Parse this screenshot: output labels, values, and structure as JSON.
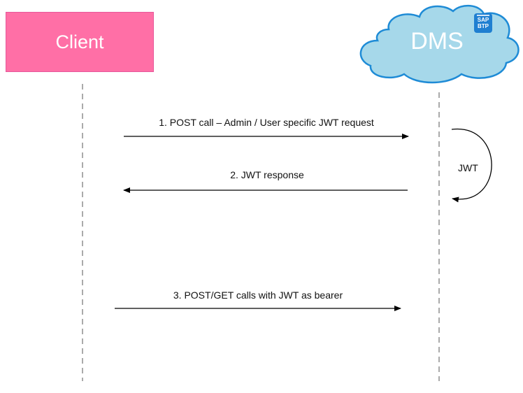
{
  "participants": {
    "client": {
      "label": "Client",
      "fill": "#ff6fa6"
    },
    "dms": {
      "label": "DMS",
      "fill": "#a6d8ea",
      "stroke": "#1e8bd6"
    }
  },
  "badge": {
    "line1": "SAP",
    "line2": "BTP",
    "color": "#1f7fd1"
  },
  "messages": [
    {
      "number": 1,
      "label": "1. POST call – Admin / User specific JWT request",
      "direction": "client-to-dms"
    },
    {
      "number": 2,
      "label": "2. JWT response",
      "direction": "dms-to-client"
    },
    {
      "number": 3,
      "label": "3. POST/GET calls with JWT as bearer",
      "direction": "client-to-dms"
    }
  ],
  "self_message": {
    "label": "JWT"
  }
}
